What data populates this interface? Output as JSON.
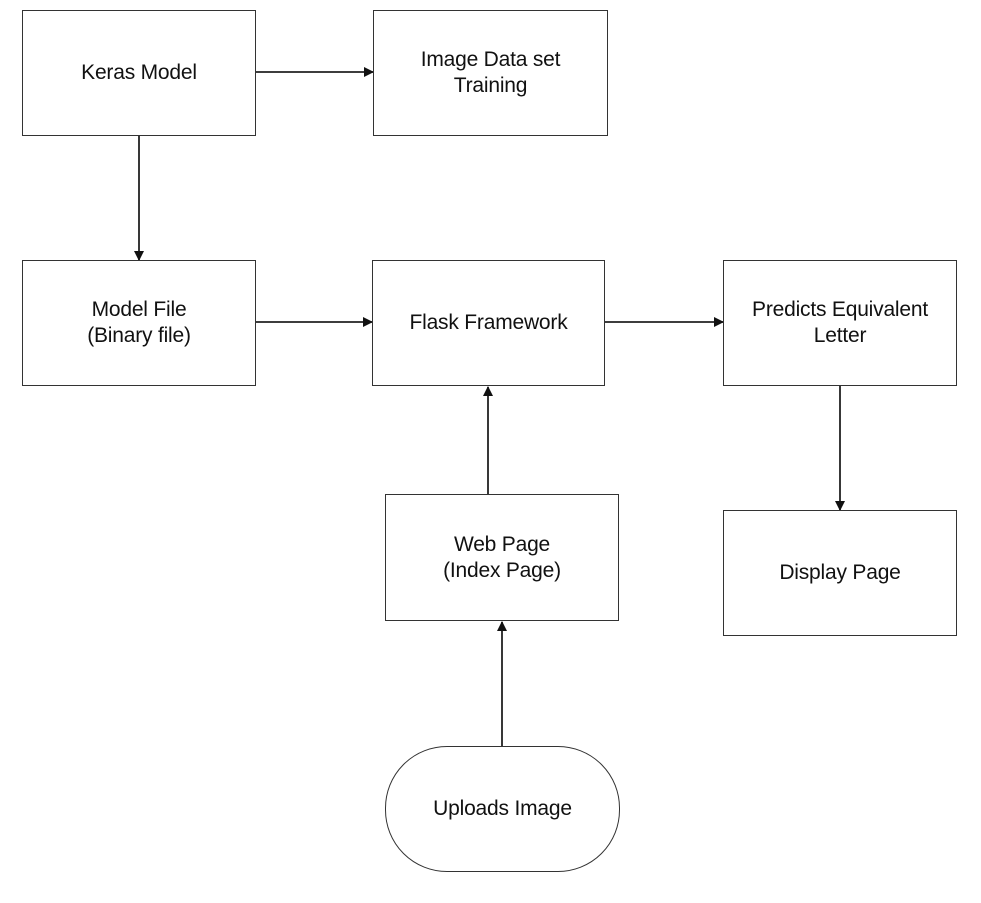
{
  "nodes": {
    "keras_model": {
      "lines": [
        "Keras Model"
      ]
    },
    "image_dataset_training": {
      "lines": [
        "Image Data set",
        "Training"
      ]
    },
    "model_file": {
      "lines": [
        "Model File",
        "(Binary file)"
      ]
    },
    "flask_framework": {
      "lines": [
        "Flask Framework"
      ]
    },
    "predicts_letter": {
      "lines": [
        "Predicts Equivalent",
        "Letter"
      ]
    },
    "web_page": {
      "lines": [
        "Web Page",
        "(Index Page)"
      ]
    },
    "display_page": {
      "lines": [
        "Display Page"
      ]
    },
    "uploads_image": {
      "lines": [
        "Uploads Image"
      ]
    }
  },
  "edges": [
    {
      "from": "keras_model",
      "to": "image_dataset_training"
    },
    {
      "from": "keras_model",
      "to": "model_file"
    },
    {
      "from": "model_file",
      "to": "flask_framework"
    },
    {
      "from": "flask_framework",
      "to": "predicts_letter"
    },
    {
      "from": "web_page",
      "to": "flask_framework"
    },
    {
      "from": "predicts_letter",
      "to": "display_page"
    },
    {
      "from": "uploads_image",
      "to": "web_page"
    }
  ],
  "colors": {
    "stroke": "#333333",
    "background": "#ffffff",
    "text": "#111111"
  }
}
